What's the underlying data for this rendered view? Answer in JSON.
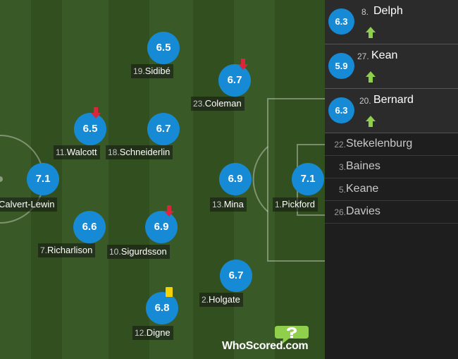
{
  "pitch_players": [
    {
      "number": "19.",
      "name": "Sidibé",
      "rating": "6.5"
    },
    {
      "number": "23.",
      "name": "Coleman",
      "rating": "6.7"
    },
    {
      "number": "11.",
      "name": "Walcott",
      "rating": "6.5"
    },
    {
      "number": "18.",
      "name": "Schneiderlin",
      "rating": "6.7"
    },
    {
      "number": "",
      "name": "Calvert-Lewin",
      "rating": "7.1"
    },
    {
      "number": "13.",
      "name": "Mina",
      "rating": "6.9"
    },
    {
      "number": "1.",
      "name": "Pickford",
      "rating": "7.1"
    },
    {
      "number": "7.",
      "name": "Richarlison",
      "rating": "6.6"
    },
    {
      "number": "10.",
      "name": "Sigurdsson",
      "rating": "6.9"
    },
    {
      "number": "2.",
      "name": "Holgate",
      "rating": "6.7"
    },
    {
      "number": "12.",
      "name": "Digne",
      "rating": "6.8"
    }
  ],
  "substitutes": [
    {
      "number": "8.",
      "name": "Delph",
      "rating": "6.3"
    },
    {
      "number": "27.",
      "name": "Kean",
      "rating": "5.9"
    },
    {
      "number": "20.",
      "name": "Bernard",
      "rating": "6.3"
    }
  ],
  "bench": [
    {
      "number": "22.",
      "name": "Stekelenburg"
    },
    {
      "number": "3.",
      "name": "Baines"
    },
    {
      "number": "5.",
      "name": "Keane"
    },
    {
      "number": "26.",
      "name": "Davies"
    }
  ],
  "logo": {
    "who": "Who",
    "scored": "Scored",
    "dotcom": ".com"
  },
  "colors": {
    "rating_circle": "#178ad6",
    "sub_off_arrow": "#d9263b",
    "sub_on_arrow": "#8fcf4c",
    "yellow_card": "#f2d200",
    "pitch_dark": "#30501f",
    "pitch_light": "#395a26",
    "logo_green": "#8fcf4c"
  },
  "icons": {
    "sub_off": "arrow-down-icon",
    "sub_on": "arrow-up-icon",
    "booking": "yellow-card-icon"
  }
}
